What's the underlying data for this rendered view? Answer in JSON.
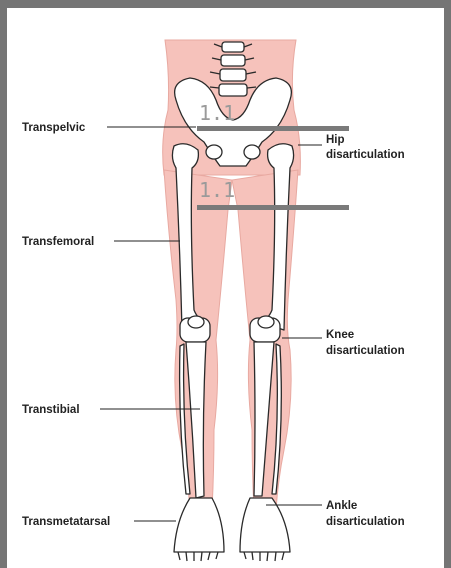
{
  "labels": {
    "transpelvic": "Transpelvic",
    "hip_line1": "Hip",
    "hip_line2": "disarticulation",
    "transfemoral": "Transfemoral",
    "knee_line1": "Knee",
    "knee_line2": "disarticulation",
    "transtibial": "Transtibial",
    "ankle_line1": "Ankle",
    "ankle_line2": "disarticulation",
    "transmetatarsal": "Transmetatarsal"
  },
  "markers": {
    "upper": "1.1",
    "lower": "1.1"
  },
  "colors": {
    "frame": "#757575",
    "skin": "#f6c2bb",
    "bone": "#ffffff",
    "bone_outline": "#2a2a2a",
    "marker_bar": "#7a7a7a"
  }
}
